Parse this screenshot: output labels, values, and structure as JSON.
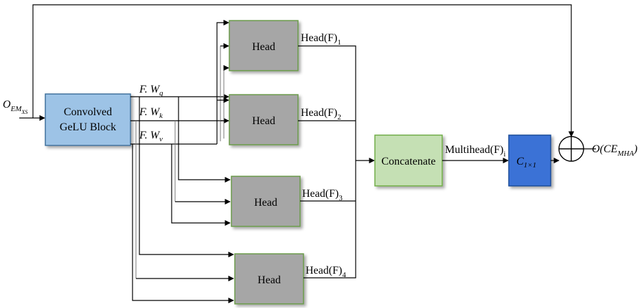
{
  "input": {
    "symbol": "O",
    "subscript": "EM",
    "sub_subscript": "XS"
  },
  "convolved_block": {
    "line1": "Convolved",
    "line2": "GeLU Block",
    "fill": "#9dc3e6"
  },
  "projections": {
    "q": {
      "prefix": "F. W",
      "sub": "q"
    },
    "k": {
      "prefix": "F. W",
      "sub": "k"
    },
    "v": {
      "prefix": "F. W",
      "sub": "v"
    }
  },
  "heads": [
    {
      "label": "Head",
      "output_prefix": "Head(F)",
      "output_sub": "1"
    },
    {
      "label": "Head",
      "output_prefix": "Head(F)",
      "output_sub": "2"
    },
    {
      "label": "Head",
      "output_prefix": "Head(F)",
      "output_sub": "3"
    },
    {
      "label": "Head",
      "output_prefix": "Head(F)",
      "output_sub": "4"
    }
  ],
  "head_fill": "#a6a6a6",
  "concatenate": {
    "label": "Concatenate",
    "fill": "#c5e0b4"
  },
  "multihead": {
    "prefix": "Multihead(F)",
    "sub": "i"
  },
  "conv1x1": {
    "symbol": "C",
    "sub": "1×1",
    "fill": "#3a72d6"
  },
  "output": {
    "prefix": "O(CE",
    "sub": "MHA",
    "suffix": ")"
  }
}
